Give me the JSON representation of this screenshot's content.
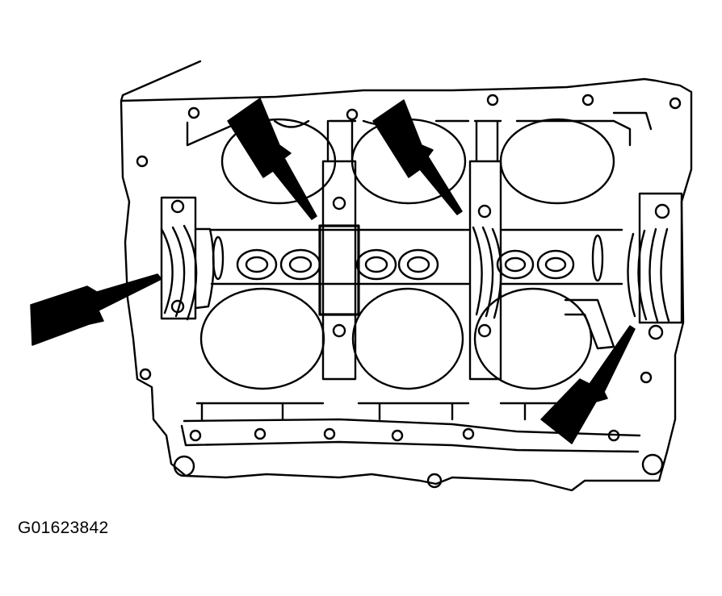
{
  "figure": {
    "id_label": "G01623842",
    "ink_color": "#000000",
    "paper_color": "#ffffff",
    "subject": "engine-block-underside-main-bearing-caps",
    "indicator_arrow_count": 4
  }
}
